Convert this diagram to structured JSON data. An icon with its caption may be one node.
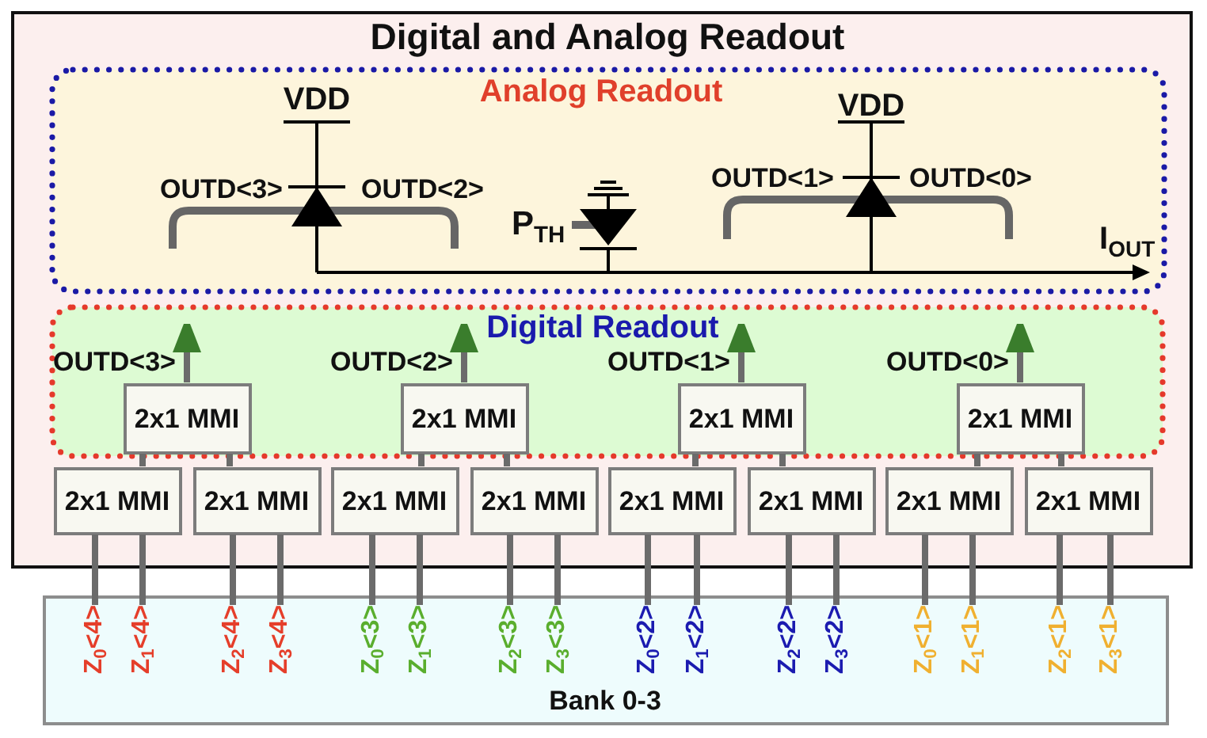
{
  "diagram": {
    "nodes": [
      {
        "text": [
          "Digital and Analog Readout"
        ]
      },
      {
        "text": [
          "Analog Readout"
        ],
        "in": 0
      },
      {
        "text": [
          "Digital Readout"
        ],
        "in": 0
      },
      {
        "text": [
          "2x1 MMI"
        ],
        "in": 2
      },
      {
        "text": [
          "2x1 MMI"
        ],
        "in": 2
      },
      {
        "text": [
          "2x1 MMI"
        ],
        "in": 2
      },
      {
        "text": [
          "2x1 MMI"
        ],
        "in": 2
      },
      {
        "text": [
          "2x1 MMI"
        ],
        "in": 0
      },
      {
        "text": [
          "2x1 MMI"
        ],
        "in": 0
      },
      {
        "text": [
          "2x1 MMI"
        ],
        "in": 0
      },
      {
        "text": [
          "2x1 MMI"
        ],
        "in": 0
      },
      {
        "text": [
          "2x1 MMI"
        ],
        "in": 0
      },
      {
        "text": [
          "2x1 MMI"
        ],
        "in": 0
      },
      {
        "text": [
          "2x1 MMI"
        ],
        "in": 0
      },
      {
        "text": [
          "2x1 MMI"
        ],
        "in": 0
      },
      {
        "text": [
          "Bank 0-3"
        ]
      },
      {
        "text": [
          "Z$_{0}$<4>"
        ],
        "in": 15
      },
      {
        "text": [
          "Z$_{1}$<4>"
        ],
        "in": 15
      },
      {
        "text": [
          "Z$_{2}$<4>"
        ],
        "in": 15
      },
      {
        "text": [
          "Z$_{3}$<4>"
        ],
        "in": 15
      },
      {
        "text": [
          "Z$_{0}$<3>"
        ],
        "in": 15
      },
      {
        "text": [
          "Z$_{1}$<3>"
        ],
        "in": 15
      },
      {
        "text": [
          "Z$_{2}$<3>"
        ],
        "in": 15
      },
      {
        "text": [
          "Z$_{3}$<3>"
        ],
        "in": 15
      },
      {
        "text": [
          "Z$_{0}$<2>"
        ],
        "in": 15
      },
      {
        "text": [
          "Z$_{1}$<2>"
        ],
        "in": 15
      },
      {
        "text": [
          "Z$_{2}$<2>"
        ],
        "in": 15
      },
      {
        "text": [
          "Z$_{3}$<2>"
        ],
        "in": 15
      },
      {
        "text": [
          "Z$_{0}$<1>"
        ],
        "in": 15
      },
      {
        "text": [
          "Z$_{1}$<1>"
        ],
        "in": 15
      },
      {
        "text": [
          "Z$_{2}$<1>"
        ],
        "in": 15
      },
      {
        "text": [
          "Z$_{3}$<1>"
        ],
        "in": 15
      }
    ],
    "edges": [
      {
        "from": 16,
        "to": 7,
        "arrow": "none"
      },
      {
        "from": 17,
        "to": 7,
        "arrow": "none"
      },
      {
        "from": 18,
        "to": 8,
        "arrow": "none"
      },
      {
        "from": 19,
        "to": 8,
        "arrow": "none"
      },
      {
        "from": 20,
        "to": 9,
        "arrow": "none"
      },
      {
        "from": 21,
        "to": 9,
        "arrow": "none"
      },
      {
        "from": 22,
        "to": 10,
        "arrow": "none"
      },
      {
        "from": 23,
        "to": 10,
        "arrow": "none"
      },
      {
        "from": 24,
        "to": 11,
        "arrow": "none"
      },
      {
        "from": 25,
        "to": 11,
        "arrow": "none"
      },
      {
        "from": 26,
        "to": 12,
        "arrow": "none"
      },
      {
        "from": 27,
        "to": 12,
        "arrow": "none"
      },
      {
        "from": 28,
        "to": 13,
        "arrow": "none"
      },
      {
        "from": 29,
        "to": 13,
        "arrow": "none"
      },
      {
        "from": 30,
        "to": 14,
        "arrow": "none"
      },
      {
        "from": 31,
        "to": 14,
        "arrow": "none"
      },
      {
        "from": 7,
        "to": 3,
        "arrow": "none"
      },
      {
        "from": 8,
        "to": 3,
        "arrow": "none"
      },
      {
        "from": 9,
        "to": 4,
        "arrow": "none"
      },
      {
        "from": 10,
        "to": 4,
        "arrow": "none"
      },
      {
        "from": 11,
        "to": 5,
        "arrow": "none"
      },
      {
        "from": 12,
        "to": 5,
        "arrow": "none"
      },
      {
        "from": 13,
        "to": 6,
        "arrow": "none"
      },
      {
        "from": 14,
        "to": 6,
        "arrow": "none"
      },
      {
        "from": 3,
        "to": null,
        "arrow": "to",
        "label": "OUTD<3>"
      },
      {
        "from": 4,
        "to": null,
        "arrow": "to",
        "label": "OUTD<2>"
      },
      {
        "from": 5,
        "to": null,
        "arrow": "to",
        "label": "OUTD<1>"
      },
      {
        "from": 6,
        "to": null,
        "arrow": "to",
        "label": "OUTD<0>"
      }
    ],
    "labels": [
      "VDD",
      "VDD",
      "OUTD<3>",
      "OUTD<2>",
      "OUTD<1>",
      "OUTD<0>",
      "P$_{TH}$",
      "I$_{OUT}$"
    ]
  }
}
